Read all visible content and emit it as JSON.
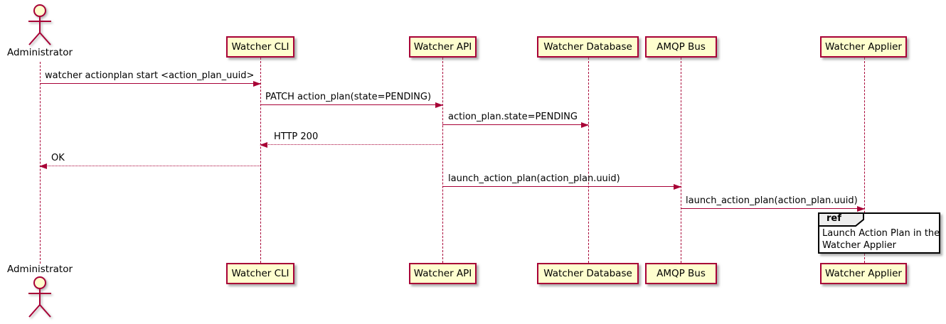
{
  "diagram": {
    "type": "sequence",
    "actor": {
      "label": "Administrator"
    },
    "participants": [
      {
        "label": "Watcher CLI"
      },
      {
        "label": "Watcher API"
      },
      {
        "label": "Watcher Database"
      },
      {
        "label": "AMQP Bus"
      },
      {
        "label": "Watcher Applier"
      }
    ],
    "messages": [
      {
        "label": "watcher actionplan start <action_plan_uuid>",
        "from": "Administrator",
        "to": "Watcher CLI",
        "line": "solid"
      },
      {
        "label": "PATCH action_plan(state=PENDING)",
        "from": "Watcher CLI",
        "to": "Watcher API",
        "line": "solid"
      },
      {
        "label": "action_plan.state=PENDING",
        "from": "Watcher API",
        "to": "Watcher Database",
        "line": "solid"
      },
      {
        "label": "HTTP 200",
        "from": "Watcher API",
        "to": "Watcher CLI",
        "line": "dotted"
      },
      {
        "label": "OK",
        "from": "Watcher CLI",
        "to": "Administrator",
        "line": "dotted"
      },
      {
        "label": "launch_action_plan(action_plan.uuid)",
        "from": "Watcher API",
        "to": "AMQP Bus",
        "line": "solid"
      },
      {
        "label": "launch_action_plan(action_plan.uuid)",
        "from": "AMQP Bus",
        "to": "Watcher Applier",
        "line": "solid"
      }
    ],
    "ref": {
      "keyword": "ref",
      "lines": [
        "Launch Action Plan in the",
        "Watcher Applier"
      ],
      "over": "Watcher Applier"
    },
    "colors": {
      "border": "#A80036",
      "participant_fill": "#FEFECE",
      "text": "#000000",
      "ref_border": "#000000",
      "ref_header_fill": "#EEEEEE",
      "background": "#FFFFFF"
    }
  }
}
